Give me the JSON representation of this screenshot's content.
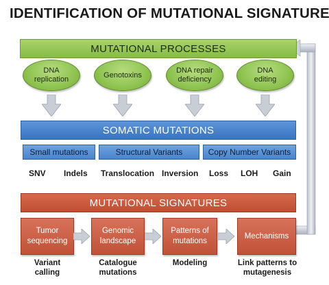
{
  "title": "IDENTIFICATION OF MUTATIONAL SIGNATURES",
  "processes": {
    "label": "MUTATIONAL PROCESSES",
    "items": [
      "DNA\nreplication",
      "Genotoxins",
      "DNA repair\ndeficiency",
      "DNA\nediting"
    ]
  },
  "somatic": {
    "label": "SOMATIC MUTATIONS",
    "categories": [
      "Small mutations",
      "Structural Variants",
      "Copy Number Variants"
    ],
    "types": [
      "SNV",
      "Indels",
      "Translocation",
      "Inversion",
      "Loss",
      "LOH",
      "Gain"
    ]
  },
  "signatures": {
    "label": "MUTATIONAL SIGNATURES",
    "steps": [
      "Tumor\nsequencing",
      "Genomic\nlandscape",
      "Patterns of\nmutations",
      "Mechanisms"
    ],
    "captions": [
      "Variant\ncalling",
      "Catalogue\nmutations",
      "Modeling",
      "Link patterns to\nmutagenesis"
    ]
  },
  "colors": {
    "green": "#8fc451",
    "blue": "#4a84cc",
    "red": "#c9583c",
    "arrow": "#c8cdd6"
  }
}
